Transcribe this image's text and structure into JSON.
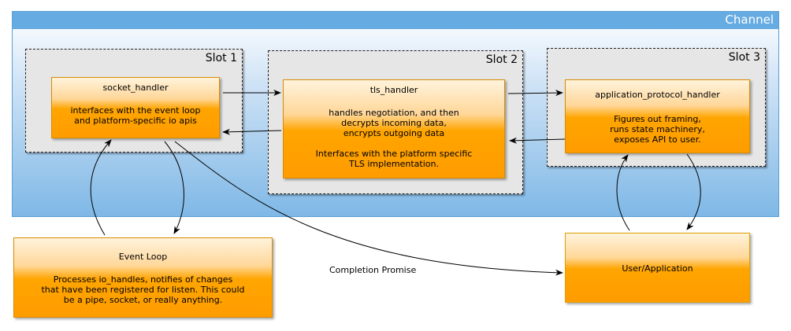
{
  "channel": {
    "title": "Channel"
  },
  "slots": [
    {
      "title": "Slot 1"
    },
    {
      "title": "Slot 2"
    },
    {
      "title": "Slot 3"
    }
  ],
  "nodes": {
    "socket_handler": {
      "title": "socket_handler",
      "body": "interfaces with the event loop\nand platform-specific io apis"
    },
    "tls_handler": {
      "title": "tls_handler",
      "body": "handles negotiation, and then\ndecrypts incoming data,\nencrypts outgoing data\n\nInterfaces with the platform specific\nTLS implementation."
    },
    "application_protocol_handler": {
      "title": "application_protocol_handler",
      "body": "Figures out framing,\nruns state machinery,\nexposes API to user."
    },
    "event_loop": {
      "title": "Event Loop",
      "body": "Processes io_handles, notifies of changes\nthat have been registered for listen. This could\nbe a pipe, socket, or really anything."
    },
    "user_application": {
      "title": "User/Application"
    }
  },
  "labels": {
    "completion_promise": "Completion Promise"
  },
  "colors": {
    "channel_header": "#67abe3",
    "node_orange": "#ffa500",
    "slot_fill": "#e6e6e6"
  }
}
